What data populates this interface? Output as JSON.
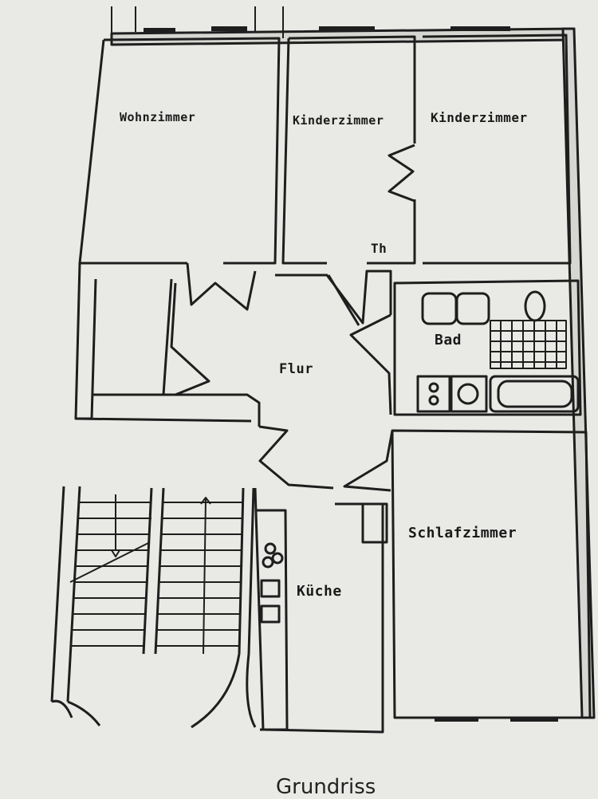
{
  "colors": {
    "paper": "#e9eae6",
    "line": "#1e1e1e",
    "shade": "#d6d7d2"
  },
  "rooms": {
    "wohnzimmer": "Wohnzimmer",
    "kinderzimmer_1": "Kinderzimmer",
    "kinderzimmer_2": "Kinderzimmer",
    "th": "Th",
    "bad": "Bad",
    "flur": "Flur",
    "schlafzimmer": "Schlafzimmer",
    "kueche": "Küche"
  },
  "caption": "Grundriss"
}
